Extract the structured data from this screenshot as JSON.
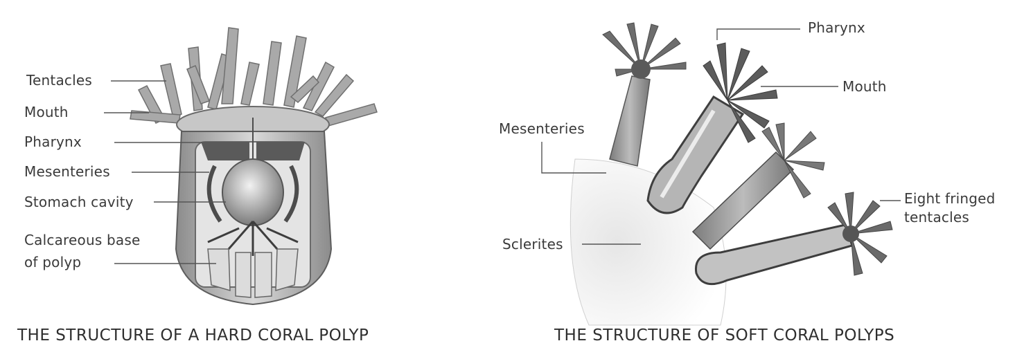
{
  "hard_coral": {
    "caption": "THE STRUCTURE OF A HARD CORAL POLYP",
    "labels": {
      "tentacles": "Tentacles",
      "mouth": "Mouth",
      "pharynx": "Pharynx",
      "mesenteries": "Mesenteries",
      "stomach_cavity": "Stomach cavity",
      "calcareous_base_line1": "Calcareous base",
      "calcareous_base_line2": "of polyp"
    }
  },
  "soft_coral": {
    "caption": "THE STRUCTURE OF SOFT CORAL POLYPS",
    "labels": {
      "pharynx": "Pharynx",
      "mouth": "Mouth",
      "mesenteries": "Mesenteries",
      "eight_fringed_line1": "Eight fringed",
      "eight_fringed_line2": "tentacles",
      "sclerites": "Sclerites"
    }
  },
  "colors": {
    "polyp_fill": "#cfcfcf",
    "polyp_dark": "#6e6e6e",
    "leader_line": "#555555",
    "text": "#333333"
  }
}
